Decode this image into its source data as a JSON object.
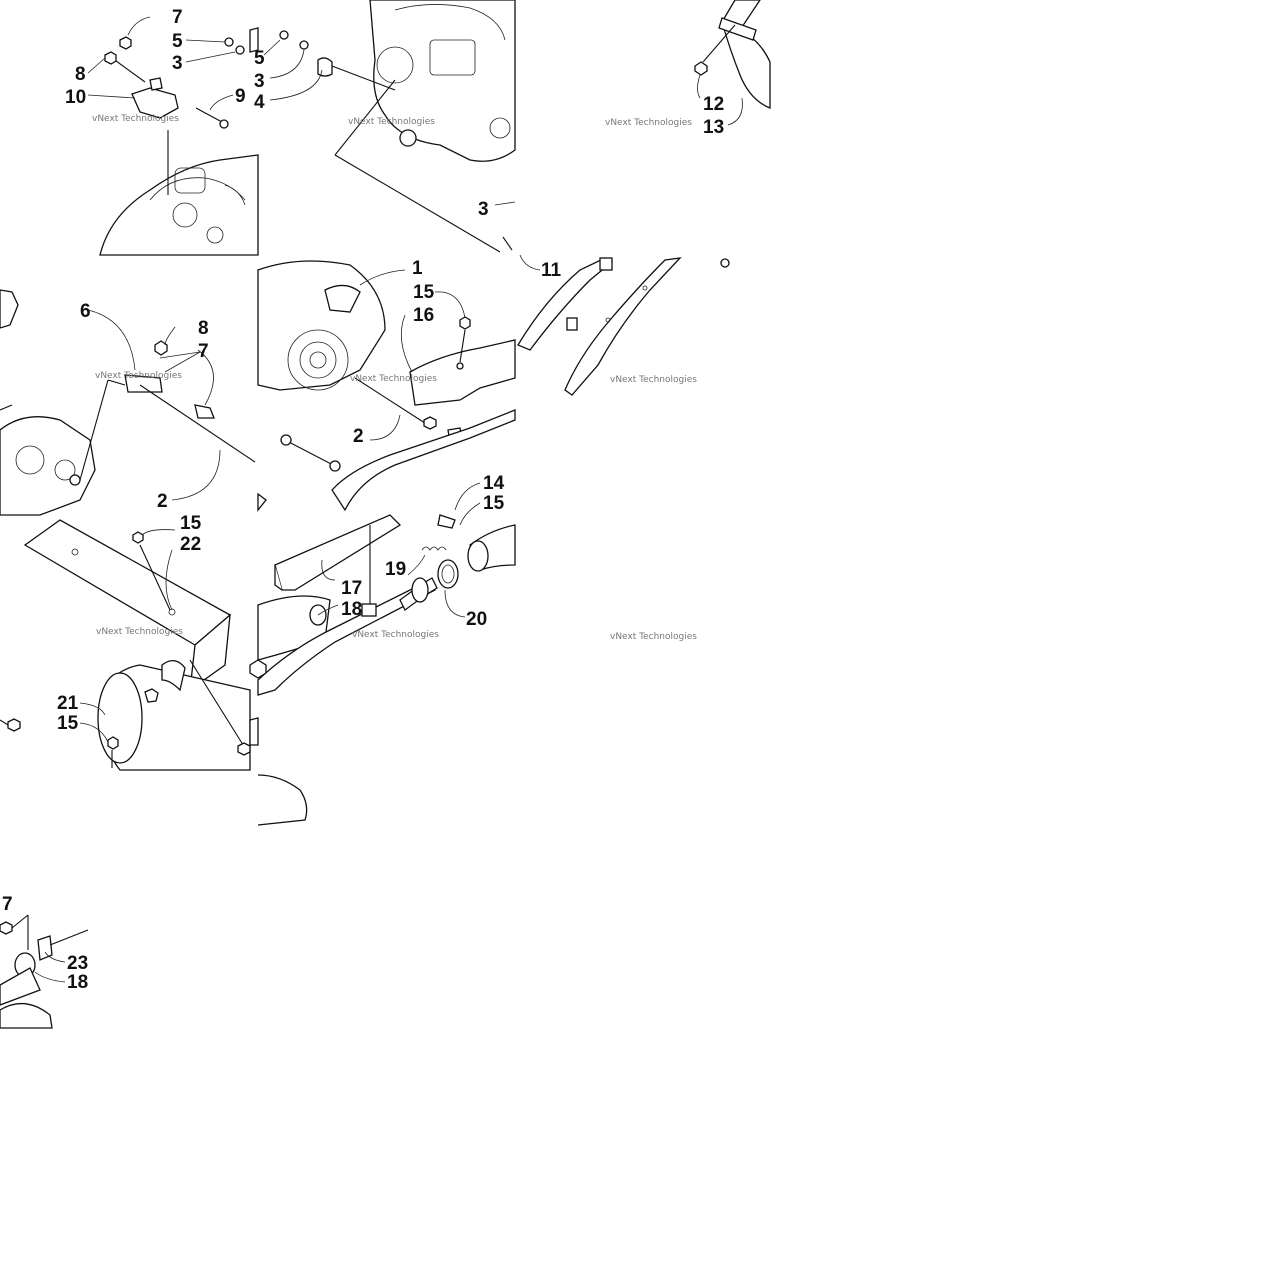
{
  "watermark": "vNext Technologies",
  "callouts": [
    "7",
    "5",
    "3",
    "5",
    "3",
    "4",
    "8",
    "10",
    "9",
    "12",
    "13",
    "3",
    "11",
    "6",
    "8",
    "7",
    "1",
    "15",
    "16",
    "2",
    "2",
    "14",
    "15",
    "15",
    "22",
    "19",
    "17",
    "18",
    "20",
    "21",
    "15",
    "7",
    "23",
    "18"
  ]
}
